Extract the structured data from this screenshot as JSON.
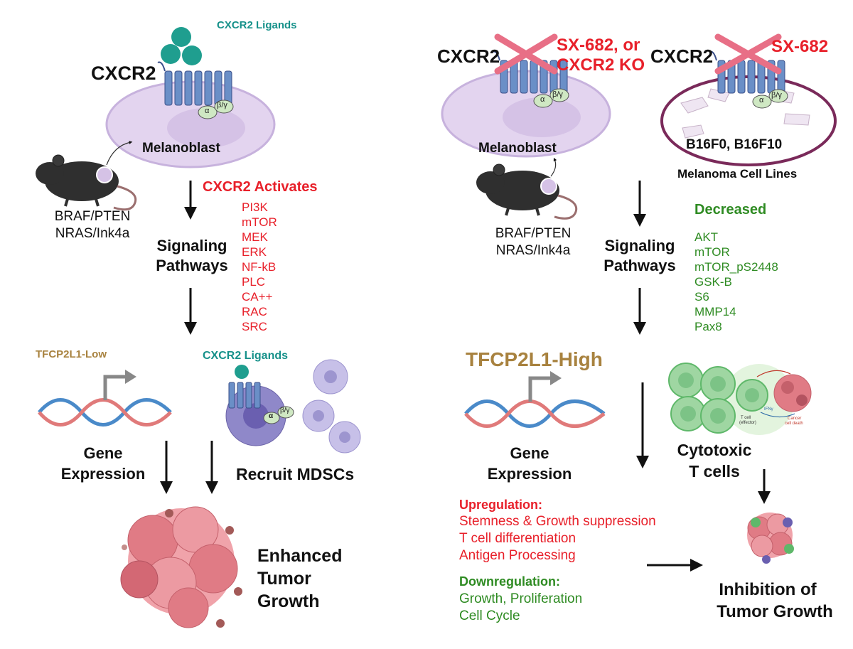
{
  "colors": {
    "red": "#e8202a",
    "green": "#2e8b22",
    "teal": "#16918a",
    "tan": "#a8823f",
    "black": "#111111",
    "cell_fill": "#e3d4ef",
    "cell_stroke": "#c7b2dd",
    "receptor": "#6a8fc7",
    "cross": "#e86f86",
    "oval_border": "#7a2a5a",
    "dna_blue": "#4a8ac9",
    "dna_red": "#e07a7a",
    "tumor": "#e07b85",
    "tcell": "#5fb86a"
  },
  "left": {
    "ligands_label": "CXCR2 Ligands",
    "receptor_label": "CXCR2",
    "alpha": "α",
    "beta_gamma": "β/γ",
    "cell_label": "Melanoblast",
    "mouse_label_1": "BRAF/PTEN",
    "mouse_label_2": "NRAS/Ink4a",
    "activates_title": "CXCR2 Activates",
    "activated_list": [
      "PI3K",
      "mTOR",
      "MEK",
      "ERK",
      "NF-kB",
      "PLC",
      "CA++",
      "RAC",
      "SRC"
    ],
    "signaling_1": "Signaling",
    "signaling_2": "Pathways",
    "tfcp_low": "TFCP2L1-Low",
    "ligands_label_2": "CXCR2 Ligands",
    "gene_1": "Gene",
    "gene_2": "Expression",
    "recruit": "Recruit MDSCs",
    "outcome_1": "Enhanced",
    "outcome_2": "Tumor",
    "outcome_3": "Growth"
  },
  "right": {
    "receptor_label": "CXCR2",
    "inhibitor_1a": "SX-682, or",
    "inhibitor_1b": "CXCR2 KO",
    "inhibitor_2": "SX-682",
    "alpha": "α",
    "beta_gamma": "β/γ",
    "cell_label": "Melanoblast",
    "cell_lines": "B16F0,  B16F10",
    "cell_lines_caption": "Melanoma Cell Lines",
    "mouse_label_1": "BRAF/PTEN",
    "mouse_label_2": "NRAS/Ink4a",
    "decreased_title": "Decreased",
    "decreased_list": [
      "AKT",
      "mTOR",
      "mTOR_pS2448",
      "GSK-B",
      "S6",
      "MMP14",
      "Pax8"
    ],
    "signaling_1": "Signaling",
    "signaling_2": "Pathways",
    "tfcp_high": "TFCP2L1-High",
    "gene_1": "Gene",
    "gene_2": "Expression",
    "cytotoxic_1": "Cytotoxic",
    "cytotoxic_2": "T cells",
    "tcell_mini_1": "T cell",
    "tcell_mini_2": "(effector)",
    "ifn_mini": "IFNγ",
    "cancer_death_1": "Cancer",
    "cancer_death_2": "cell death",
    "upregulation_title": "Upregulation:",
    "upregulation_list": [
      "Stemness & Growth suppression",
      "T cell differentiation",
      "Antigen Processing"
    ],
    "downregulation_title": "Downregulation:",
    "downregulation_list": [
      "Growth, Proliferation",
      "Cell Cycle"
    ],
    "outcome_1": "Inhibition of",
    "outcome_2": "Tumor Growth"
  }
}
